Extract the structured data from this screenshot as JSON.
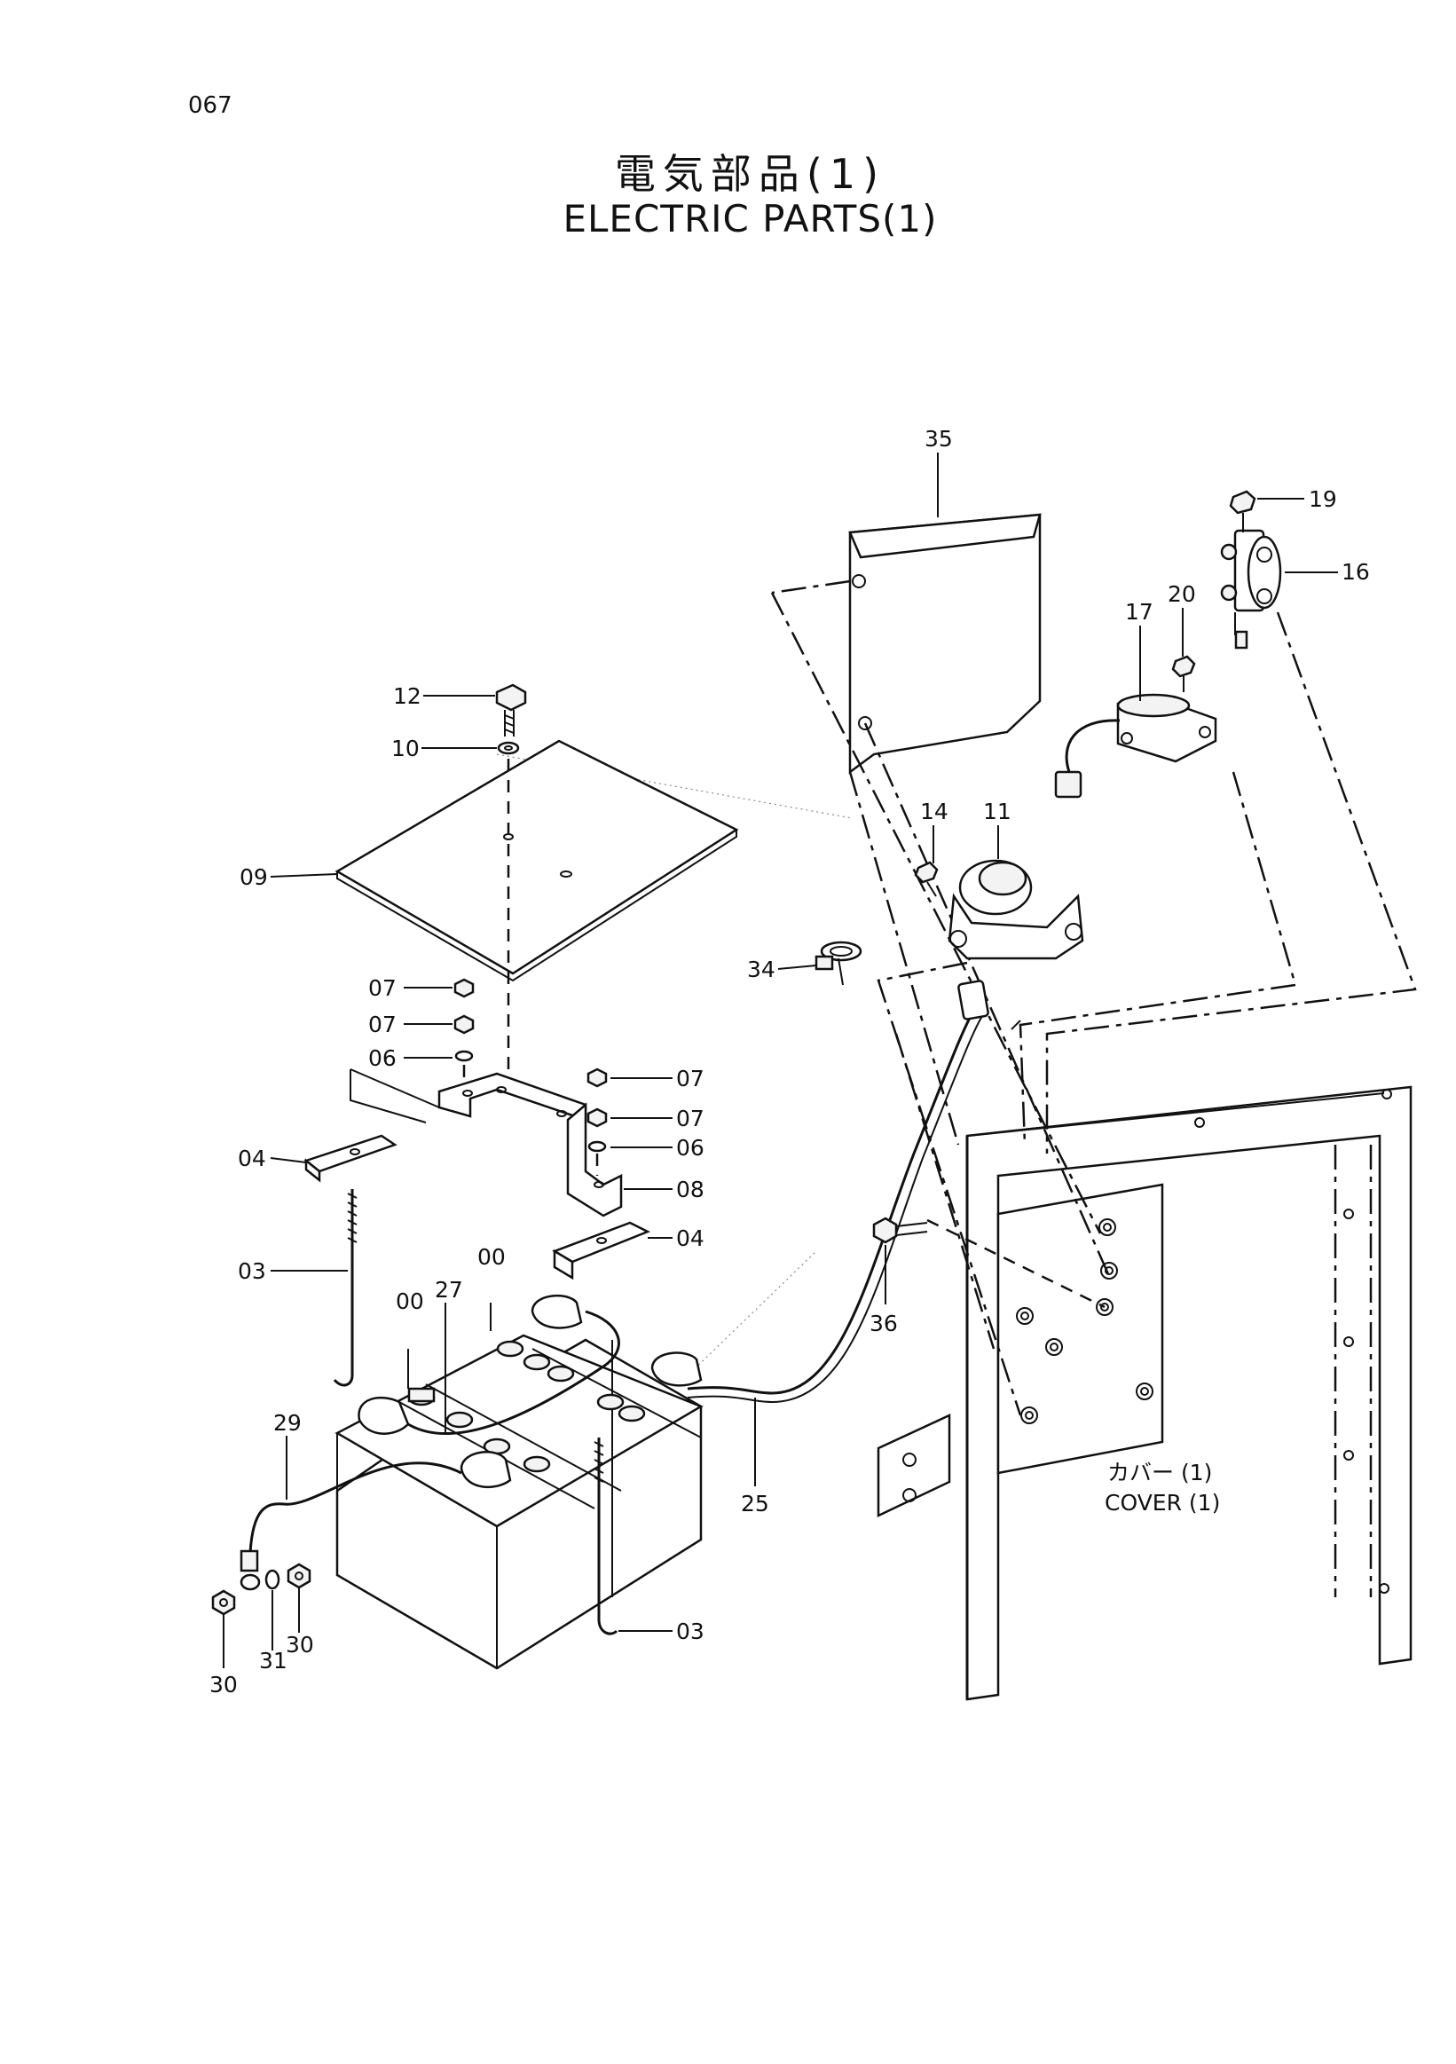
{
  "page": {
    "number": "067",
    "title_jp": "電気部品(1)",
    "title_en": "ELECTRIC  PARTS(1)"
  },
  "annotation": {
    "cover_jp": "カバー (1)",
    "cover_en": "COVER (1)"
  },
  "callouts": [
    {
      "id": "c35",
      "label": "35"
    },
    {
      "id": "c19",
      "label": "19"
    },
    {
      "id": "c16",
      "label": "16"
    },
    {
      "id": "c17",
      "label": "17"
    },
    {
      "id": "c20",
      "label": "20"
    },
    {
      "id": "c12",
      "label": "12"
    },
    {
      "id": "c10",
      "label": "10"
    },
    {
      "id": "c09",
      "label": "09"
    },
    {
      "id": "c14",
      "label": "14"
    },
    {
      "id": "c11",
      "label": "11"
    },
    {
      "id": "c34",
      "label": "34"
    },
    {
      "id": "c07a",
      "label": "07"
    },
    {
      "id": "c07b",
      "label": "07"
    },
    {
      "id": "c06a",
      "label": "06"
    },
    {
      "id": "c07c",
      "label": "07"
    },
    {
      "id": "c07d",
      "label": "07"
    },
    {
      "id": "c06b",
      "label": "06"
    },
    {
      "id": "c04a",
      "label": "04"
    },
    {
      "id": "c08",
      "label": "08"
    },
    {
      "id": "c04b",
      "label": "04"
    },
    {
      "id": "c03a",
      "label": "03"
    },
    {
      "id": "c27",
      "label": "27"
    },
    {
      "id": "c00a",
      "label": "00"
    },
    {
      "id": "c00b",
      "label": "00"
    },
    {
      "id": "c36",
      "label": "36"
    },
    {
      "id": "c29",
      "label": "29"
    },
    {
      "id": "c25",
      "label": "25"
    },
    {
      "id": "c30a",
      "label": "30"
    },
    {
      "id": "c31",
      "label": "31"
    },
    {
      "id": "c30b",
      "label": "30"
    },
    {
      "id": "c03b",
      "label": "03"
    }
  ]
}
